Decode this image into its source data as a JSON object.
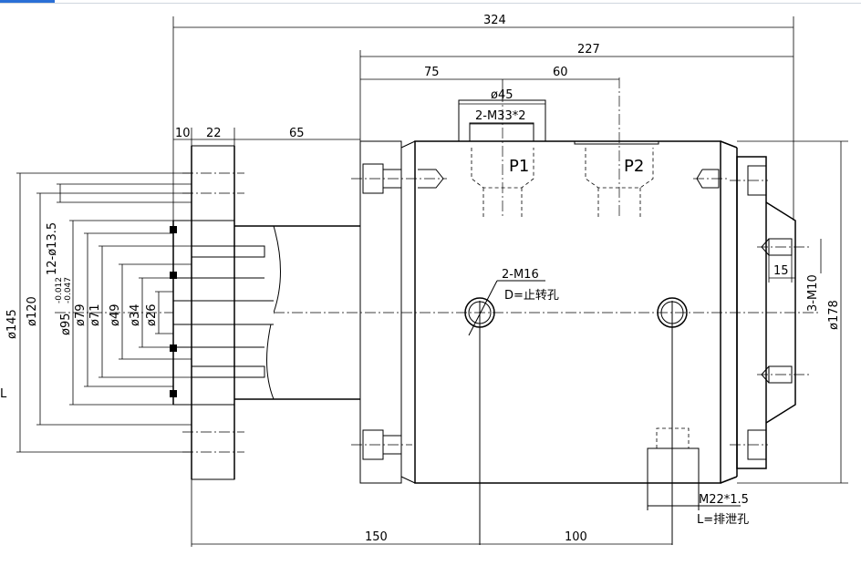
{
  "dims": {
    "overall_length": "324",
    "body_length": "227",
    "port_offset_75": "75",
    "port_spacing_60": "60",
    "port_dia": "ø45",
    "port_thread": "2-M33*2",
    "port1": "P1",
    "port2": "P2",
    "flange_10": "10",
    "flange_22": "22",
    "shaft_65": "65",
    "d145": "ø145",
    "d120": "ø120",
    "bolt_holes": "12-ø13.5",
    "d95_main": "ø95",
    "d95_upper": "-0.012",
    "d95_lower": "-0.047",
    "d79": "ø79",
    "d71": "ø71",
    "d49": "ø49",
    "d34": "ø34",
    "d26": "ø26",
    "stop_thread": "2-M16",
    "stop_label": "D=止转孔",
    "cover_15": "15",
    "cover_thread": "3-M10",
    "d178": "ø178",
    "drain_thread": "M22*1.5",
    "drain_label": "L=排泄孔",
    "bottom_150": "150",
    "bottom_100": "100",
    "edge_letter": "L"
  }
}
